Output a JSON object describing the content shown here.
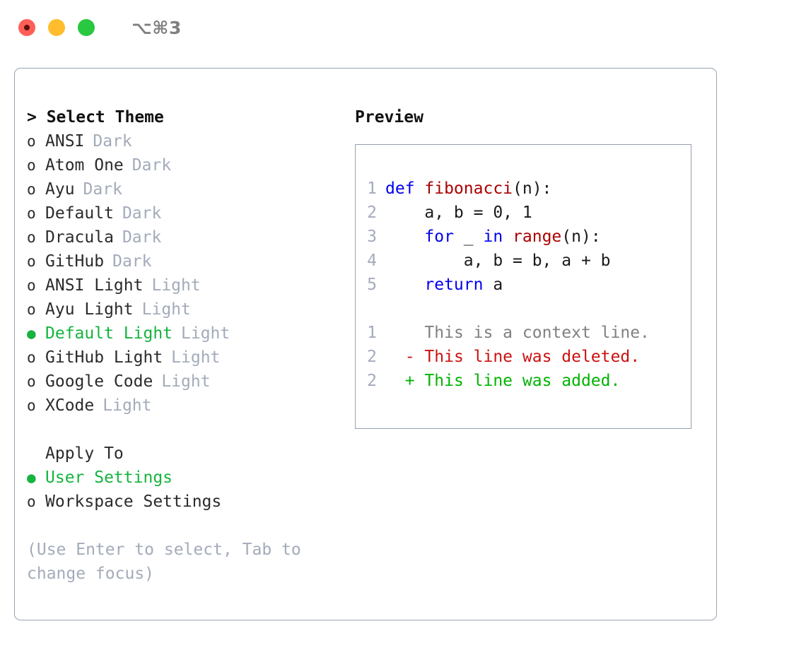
{
  "titlebar": {
    "shortcut": "⌥⌘3",
    "lights": [
      "close-red",
      "minimize-yellow",
      "maximize-green"
    ]
  },
  "theme_panel": {
    "heading": "> Select Theme",
    "marker_unselected": "o",
    "marker_selected": "●",
    "items": [
      {
        "label": "ANSI",
        "tag": "Dark",
        "selected": false
      },
      {
        "label": "Atom One",
        "tag": "Dark",
        "selected": false
      },
      {
        "label": "Ayu",
        "tag": "Dark",
        "selected": false
      },
      {
        "label": "Default",
        "tag": "Dark",
        "selected": false
      },
      {
        "label": "Dracula",
        "tag": "Dark",
        "selected": false
      },
      {
        "label": "GitHub",
        "tag": "Dark",
        "selected": false
      },
      {
        "label": "ANSI Light",
        "tag": "Light",
        "selected": false
      },
      {
        "label": "Ayu Light",
        "tag": "Light",
        "selected": false
      },
      {
        "label": "Default Light",
        "tag": "Light",
        "selected": true
      },
      {
        "label": "GitHub Light",
        "tag": "Light",
        "selected": false
      },
      {
        "label": "Google Code",
        "tag": "Light",
        "selected": false
      },
      {
        "label": "XCode",
        "tag": "Light",
        "selected": false
      }
    ]
  },
  "apply_to": {
    "heading": "Apply To",
    "items": [
      {
        "label": "User Settings",
        "selected": true
      },
      {
        "label": "Workspace Settings",
        "selected": false
      }
    ]
  },
  "hint": "(Use Enter to select, Tab to change focus)",
  "preview": {
    "heading": "Preview",
    "code_lines": [
      {
        "num": "1",
        "tokens": [
          {
            "t": "def ",
            "c": "kw"
          },
          {
            "t": "fibonacci",
            "c": "fn"
          },
          {
            "t": "(n):",
            "c": "pl"
          }
        ]
      },
      {
        "num": "2",
        "tokens": [
          {
            "t": "    a, b = 0, 1",
            "c": "pl"
          }
        ]
      },
      {
        "num": "3",
        "tokens": [
          {
            "t": "    ",
            "c": "pl"
          },
          {
            "t": "for ",
            "c": "kw"
          },
          {
            "t": "_ ",
            "c": "pl"
          },
          {
            "t": "in ",
            "c": "kw"
          },
          {
            "t": "range",
            "c": "fn"
          },
          {
            "t": "(n):",
            "c": "pl"
          }
        ]
      },
      {
        "num": "4",
        "tokens": [
          {
            "t": "        a, b = b, a + b",
            "c": "pl"
          }
        ]
      },
      {
        "num": "5",
        "tokens": [
          {
            "t": "    ",
            "c": "pl"
          },
          {
            "t": "return ",
            "c": "kw"
          },
          {
            "t": "a",
            "c": "pl"
          }
        ]
      }
    ],
    "diff_lines": [
      {
        "num": "1",
        "marker": " ",
        "text": "This is a context line.",
        "kind": "ctx"
      },
      {
        "num": "2",
        "marker": "-",
        "text": "This line was deleted.",
        "kind": "del"
      },
      {
        "num": "2",
        "marker": "+",
        "text": "This line was added.",
        "kind": "add"
      }
    ]
  },
  "colors": {
    "accent_green": "#16b33f",
    "muted": "#a3abba",
    "keyword": "#0000ee",
    "function": "#aa0000",
    "diff_delete": "#cc1111",
    "diff_add": "#00b300",
    "border": "#9aa3b0"
  }
}
